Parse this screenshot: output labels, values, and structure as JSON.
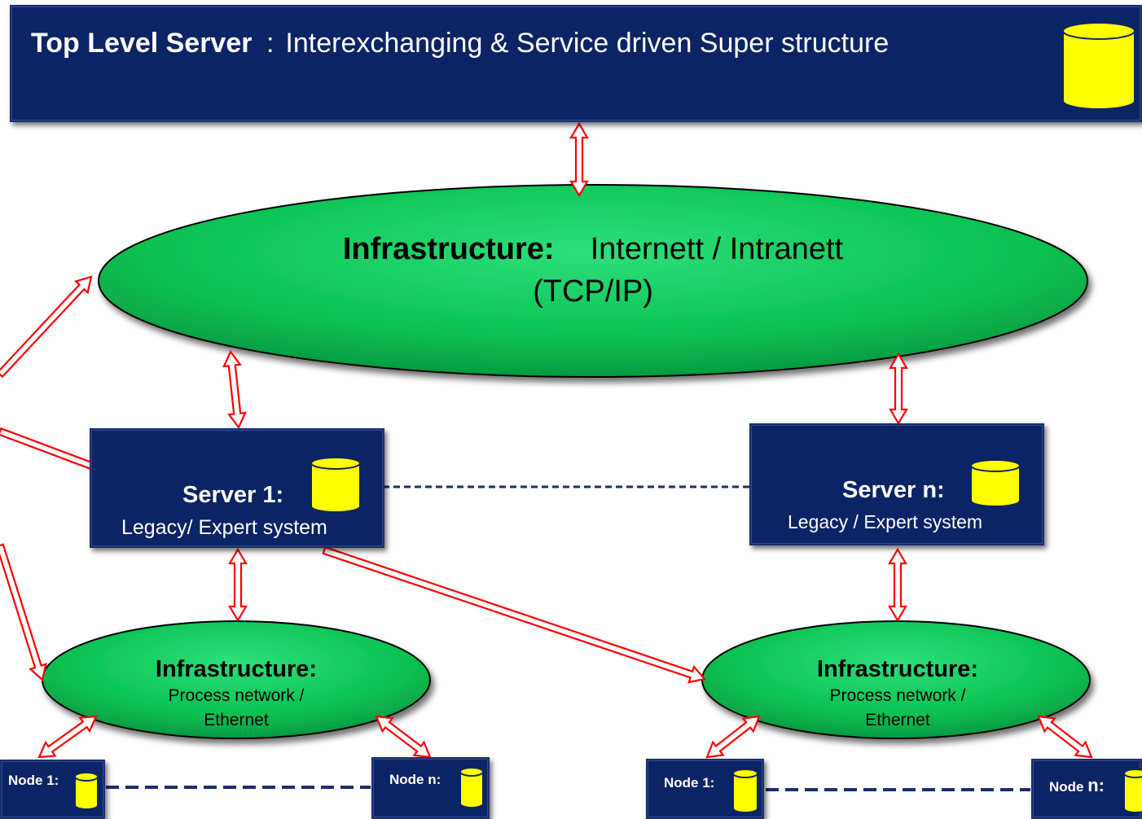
{
  "top_server": {
    "title": "Top Level Server",
    "separator": ":",
    "subtitle": "Interexchanging & Service driven Super structure"
  },
  "main_infra": {
    "title": "Infrastructure:",
    "subtitle": "Internett / Intranett",
    "protocol": "(TCP/IP)"
  },
  "server1": {
    "title": "Server 1:",
    "subtitle": "Legacy/ Expert system"
  },
  "servern": {
    "title": "Server n:",
    "subtitle": "Legacy / Expert system"
  },
  "infra_left": {
    "title": "Infrastructure:",
    "line1": "Process network /",
    "line2": "Ethernet"
  },
  "infra_right": {
    "title": "Infrastructure:",
    "line1": "Process network /",
    "line2": "Ethernet"
  },
  "nodes": {
    "left_1": "Node 1:",
    "left_n": "Node n:",
    "right_1": "Node 1:",
    "right_n_prefix": "Node ",
    "right_n_suffix": "n:"
  },
  "colors": {
    "server_fill": "#0b2466",
    "ellipse_fill": "#08c050",
    "database_fill": "#ffff00",
    "arrow": "#ff0000",
    "dashed_link": "#1a2f6b"
  }
}
